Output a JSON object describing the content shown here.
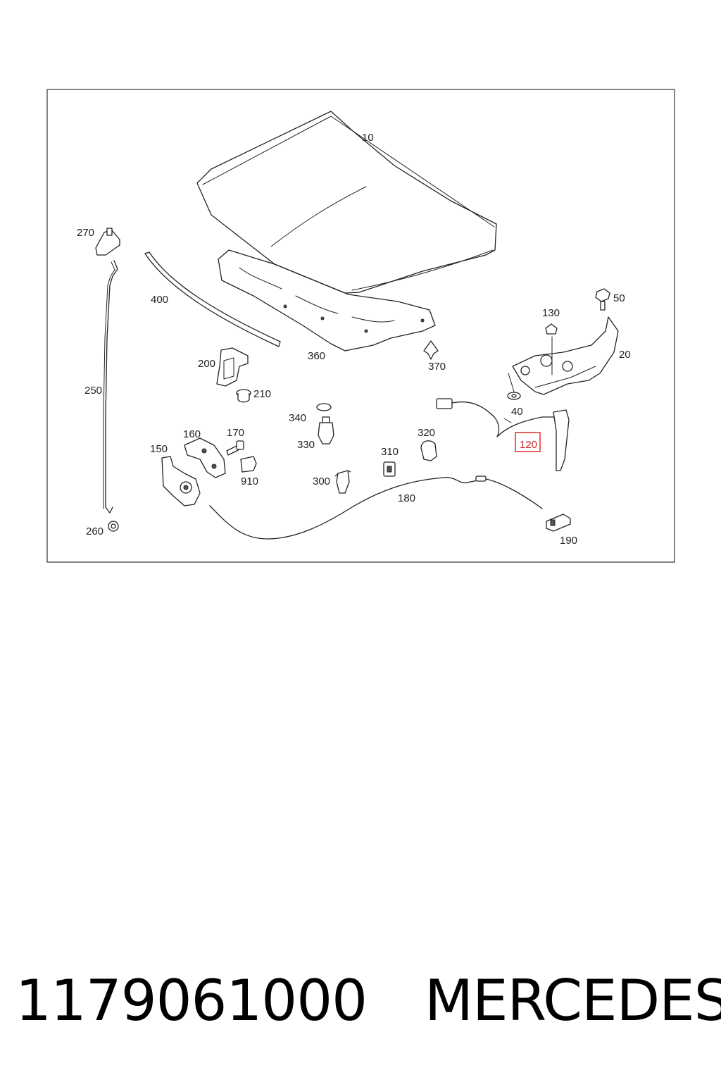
{
  "diagram": {
    "callouts": {
      "p10": "10",
      "p20": "20",
      "p40": "40",
      "p50": "50",
      "p120": "120",
      "p130": "130",
      "p150": "150",
      "p160": "160",
      "p170": "170",
      "p180": "180",
      "p190": "190",
      "p200": "200",
      "p210": "210",
      "p250": "250",
      "p260": "260",
      "p270": "270",
      "p300": "300",
      "p310": "310",
      "p320": "320",
      "p330": "330",
      "p340": "340",
      "p360": "360",
      "p370": "370",
      "p400": "400",
      "p910": "910"
    },
    "highlighted_part": "120",
    "highlight_color": "#e53935"
  },
  "footer": {
    "part_number": "1179061000",
    "brand": "MERCEDES"
  }
}
